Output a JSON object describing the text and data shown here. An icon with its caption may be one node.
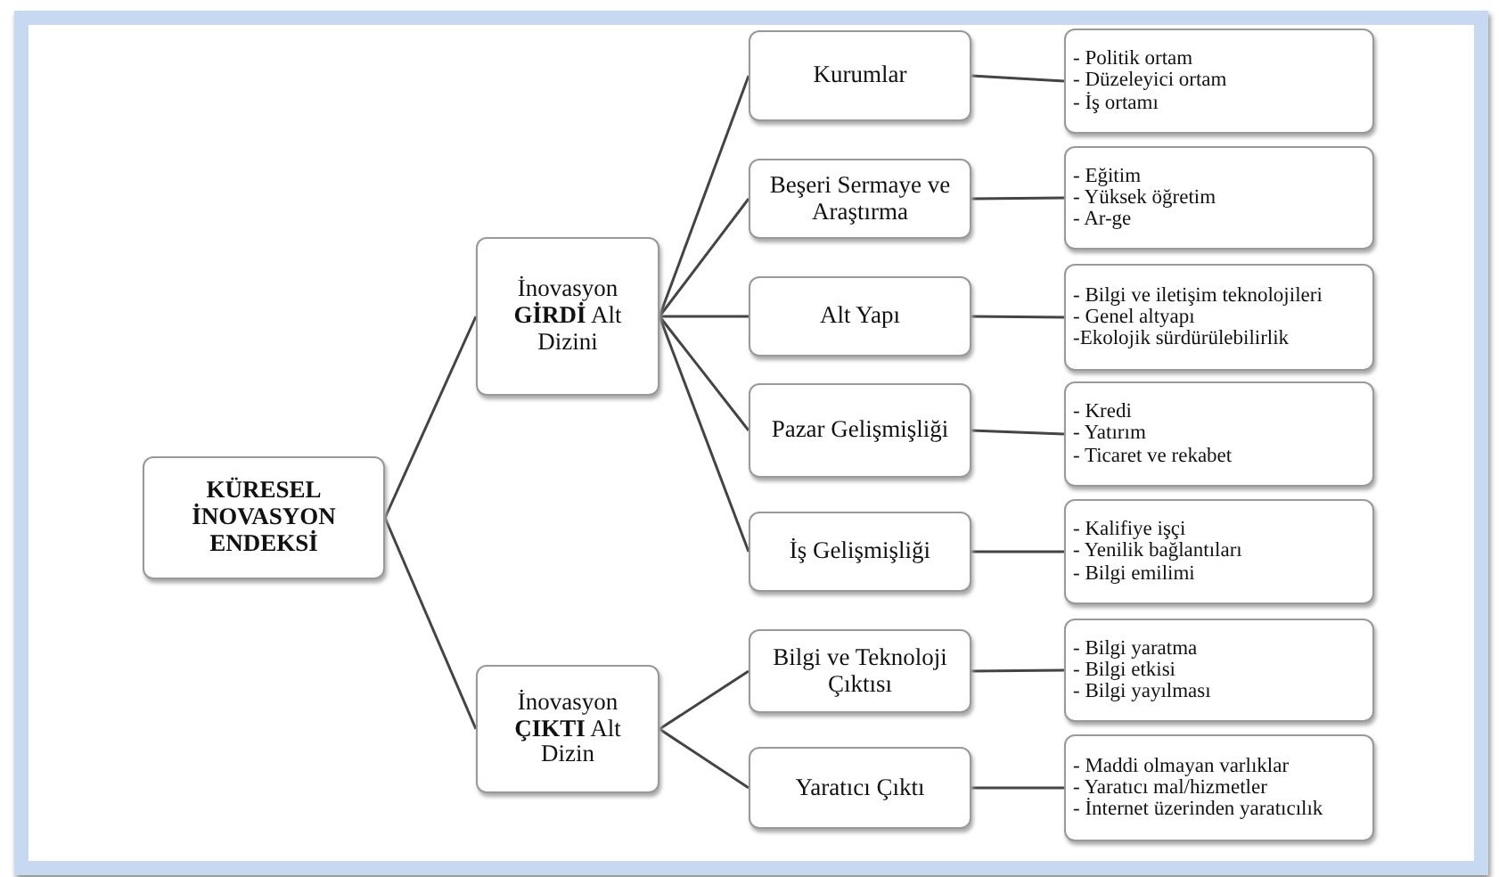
{
  "diagram": {
    "nodes": [
      {
        "text": [
          "KÜRESEL İNOVASYON ENDEKSİ"
        ]
      },
      {
        "text": [
          "İnovasyon **GİRDİ** Alt Dizini"
        ]
      },
      {
        "text": [
          "İnovasyon **ÇIKTI** Alt Dizin"
        ]
      },
      {
        "text": [
          "Kurumlar"
        ]
      },
      {
        "text": [
          "Beşeri Sermaye ve Araştırma"
        ]
      },
      {
        "text": [
          "Alt Yapı"
        ]
      },
      {
        "text": [
          "Pazar Gelişmişliği"
        ]
      },
      {
        "text": [
          "İş Gelişmişliği"
        ]
      },
      {
        "text": [
          "Bilgi ve Teknoloji Çıktısı"
        ]
      },
      {
        "text": [
          "Yaratıcı Çıktı"
        ]
      },
      {
        "text": [
          "- Politik ortam",
          "- Düzeleyici ortam",
          "- İş ortamı"
        ]
      },
      {
        "text": [
          "- Eğitim",
          "- Yüksek öğretim",
          "- Ar-ge"
        ]
      },
      {
        "text": [
          "- Bilgi ve iletişim teknolojileri",
          "- Genel altyapı",
          "-Ekolojik sürdürülebilirlik"
        ]
      },
      {
        "text": [
          "- Kredi",
          "- Yatırım",
          "- Ticaret ve rekabet"
        ]
      },
      {
        "text": [
          "- Kalifiye işçi",
          "- Yenilik bağlantıları",
          "- Bilgi emilimi"
        ]
      },
      {
        "text": [
          "- Bilgi yaratma",
          "- Bilgi etkisi",
          "- Bilgi yayılması"
        ]
      },
      {
        "text": [
          "- Maddi olmayan varlıklar",
          "- Yaratıcı mal/hizmetler",
          "- İnternet üzerinden yaratıcılık"
        ]
      }
    ],
    "edges": [
      {
        "from": 0,
        "to": 1,
        "arrow": "none"
      },
      {
        "from": 0,
        "to": 2,
        "arrow": "none"
      },
      {
        "from": 1,
        "to": 3,
        "arrow": "none"
      },
      {
        "from": 1,
        "to": 4,
        "arrow": "none"
      },
      {
        "from": 1,
        "to": 5,
        "arrow": "none"
      },
      {
        "from": 1,
        "to": 6,
        "arrow": "none"
      },
      {
        "from": 1,
        "to": 7,
        "arrow": "none"
      },
      {
        "from": 2,
        "to": 8,
        "arrow": "none"
      },
      {
        "from": 2,
        "to": 9,
        "arrow": "none"
      },
      {
        "from": 3,
        "to": 10,
        "arrow": "none"
      },
      {
        "from": 4,
        "to": 11,
        "arrow": "none"
      },
      {
        "from": 5,
        "to": 12,
        "arrow": "none"
      },
      {
        "from": 6,
        "to": 13,
        "arrow": "none"
      },
      {
        "from": 7,
        "to": 14,
        "arrow": "none"
      },
      {
        "from": 8,
        "to": 15,
        "arrow": "none"
      },
      {
        "from": 9,
        "to": 16,
        "arrow": "none"
      }
    ]
  }
}
